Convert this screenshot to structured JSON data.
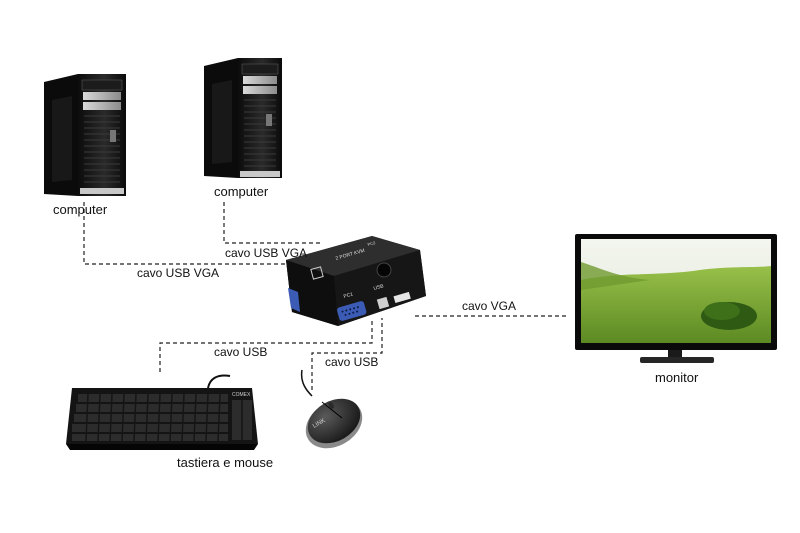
{
  "labels": {
    "computer_left": "computer",
    "computer_right": "computer",
    "cable_usb_vga_1": "cavo USB VGA",
    "cable_usb_vga_2": "cavo USB VGA",
    "cable_vga": "cavo VGA",
    "cable_usb_keyboard": "cavo USB",
    "cable_usb_mouse": "cavo USB",
    "monitor": "monitor",
    "keyboard_mouse": "tastiera e mouse"
  },
  "device_text": {
    "kvm_brand": "2 PORT KVM",
    "kvm_pc1": "PC1",
    "kvm_pc2": "PC2",
    "kvm_usb": "USB",
    "keyboard_brand": "COMEX",
    "mouse_brand": "LINK"
  },
  "colors": {
    "device_black": "#141414",
    "cable_line": "#222222",
    "vga_blue": "#3b5bb5",
    "grass_green": "#7aa83a",
    "sky": "#eef2e8"
  }
}
